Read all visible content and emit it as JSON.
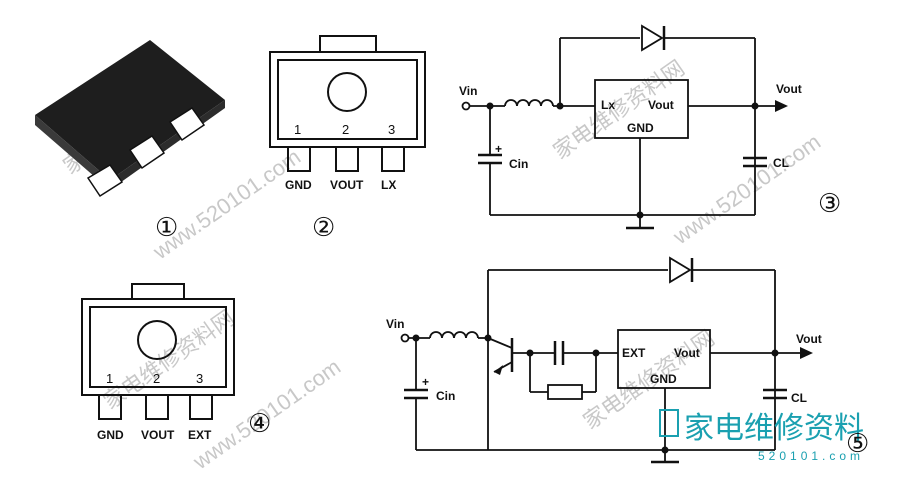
{
  "figure_numbers": [
    "①",
    "②",
    "③",
    "④",
    "⑤"
  ],
  "package2": {
    "pin_numbers": [
      "1",
      "2",
      "3"
    ],
    "pin_names": [
      "GND",
      "VOUT",
      "LX"
    ]
  },
  "package4": {
    "pin_numbers": [
      "1",
      "2",
      "3"
    ],
    "pin_names": [
      "GND",
      "VOUT",
      "EXT"
    ]
  },
  "circuit3": {
    "vin": "Vin",
    "vout": "Vout",
    "lx": "Lx",
    "ic_vout": "Vout",
    "gnd": "GND",
    "cin": "Cin",
    "cl": "CL",
    "plus": "+"
  },
  "circuit5": {
    "vin": "Vin",
    "vout": "Vout",
    "ext": "EXT",
    "ic_vout": "Vout",
    "gnd": "GND",
    "cin": "Cin",
    "cl": "CL",
    "plus": "+"
  },
  "watermark": {
    "cn": "家电维修资料网",
    "url": "www.520101.com"
  },
  "logo": {
    "cn": "家电维修资料",
    "url": "520101.com"
  },
  "colors": {
    "line": "#111111",
    "logo": "#1aa0b0",
    "watermark": "#c8c8c8",
    "chip": "#1e1e1e"
  }
}
